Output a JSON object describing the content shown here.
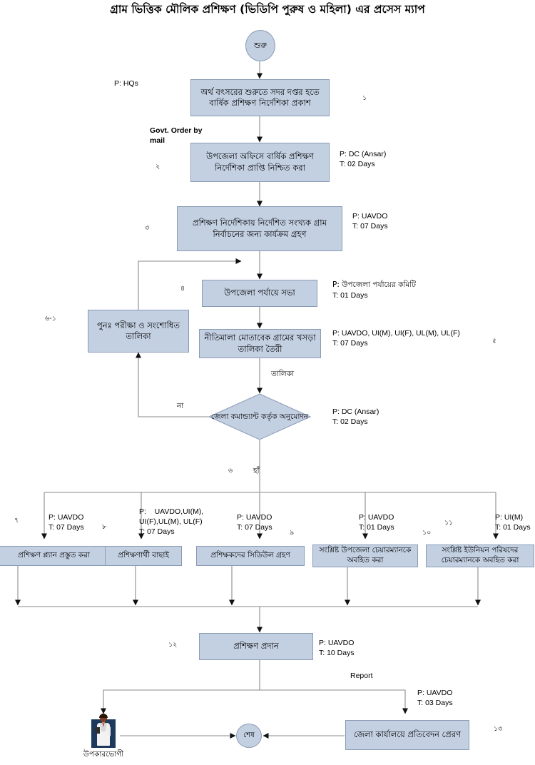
{
  "title": "গ্রাম ভিত্তিক মৌলিক প্রশিক্ষণ (ভিডিপি পুরুষ ও মহিলা) এর প্রসেস ম্যাপ",
  "colors": {
    "node_fill": "#c3d0e2",
    "node_border": "#8a9bb5",
    "line": "#8a8a8a",
    "text": "#000000",
    "person_bg": "#1d3a5c"
  },
  "nodes": {
    "start": "শুরু",
    "n1": "অর্থ বৎসরের শুরুতে সদর দপ্তর হতে বার্ষিক প্রশিক্ষণ নির্দেশিকা প্রকাশ",
    "n2": "উপজেলা অফিসে বার্ষিক প্রশিক্ষণ নির্দেশিকা প্রাপ্তি নিশ্চিত করা",
    "n3": "প্রশিক্ষণ নির্দেশিকায় নির্দেশিত সংখ্যক গ্রাম নির্বাচনের জন্য কার্যক্রম গ্রহণ",
    "n4": "উপজেলা পর্যায়ে  সভা",
    "n5": "নীতিমালা মোতাবেক গ্রামের খসড়া তালিকা তৈরী",
    "n6_1": "পুনঃ পরীক্ষা ও সংশোধিত তালিকা",
    "decision": "জেলা কমান্ড্যান্ট কর্তৃক অনুমোদন",
    "n7": "প্রশিক্ষণ প্ল্যান প্রস্তুত করা",
    "n8": "প্রশিক্ষণার্থী বাছাই",
    "n9": "প্রশিক্ষকদের সিডিউল গ্রহণ",
    "n10": "সংশ্লিষ্ট উপজেলা চেয়ারম্যানকে অবহিত করা",
    "n11": "সংশ্লিষ্ট ইউনিয়ন পরিষদের চেয়ারম্যানকে অবহিত করা",
    "n12": "প্রশিক্ষণ প্রদান",
    "n13": "জেলা কার্যালয়ে প্রতিবেদন প্রেরণ",
    "end": "শেষ",
    "beneficiary": "উপকারভোগী"
  },
  "annotations": {
    "a1": "P: HQs",
    "a_govt_order": "Govt. Order by\nmail",
    "a2": "P: DC (Ansar)\nT: 02 Days",
    "a3": "P: UAVDO\nT: 07 Days",
    "a4_p": "P: উপজেলা পর্যায়ের কমিটি",
    "a4_t": "T: 01 Days",
    "a5": "P: UAVDO, UI(M), UI(F), UL(M), UL(F)\nT: 07 Days",
    "a6": "P: DC (Ansar)\nT: 02 Days",
    "a7": "P: UAVDO\nT: 07 Days",
    "a8": "P:    UAVDO,UI(M),\nUI(F),UL(M), UL(F)\nT: 07 Days",
    "a9": "P: UAVDO\nT: 07 Days",
    "a10": "P: UAVDO\nT: 01 Days",
    "a11": "P: UI(M)\nT: 01 Days",
    "a12": "P: UAVDO\nT: 10 Days",
    "a13": "P: UAVDO\nT: 03 Days",
    "report": "Report"
  },
  "edge_labels": {
    "talika": "তালিকা",
    "na": "না",
    "ha": "হাঁ"
  },
  "step_numbers": {
    "s1": "১",
    "s2": "২",
    "s3": "৩",
    "s4": "৪",
    "s5": "৫",
    "s6": "৬",
    "s6_1": "৬-১",
    "s7": "৭",
    "s8": "৮",
    "s9": "৯",
    "s10": "১০",
    "s11": "১১",
    "s12": "১২",
    "s13": "১৩"
  }
}
